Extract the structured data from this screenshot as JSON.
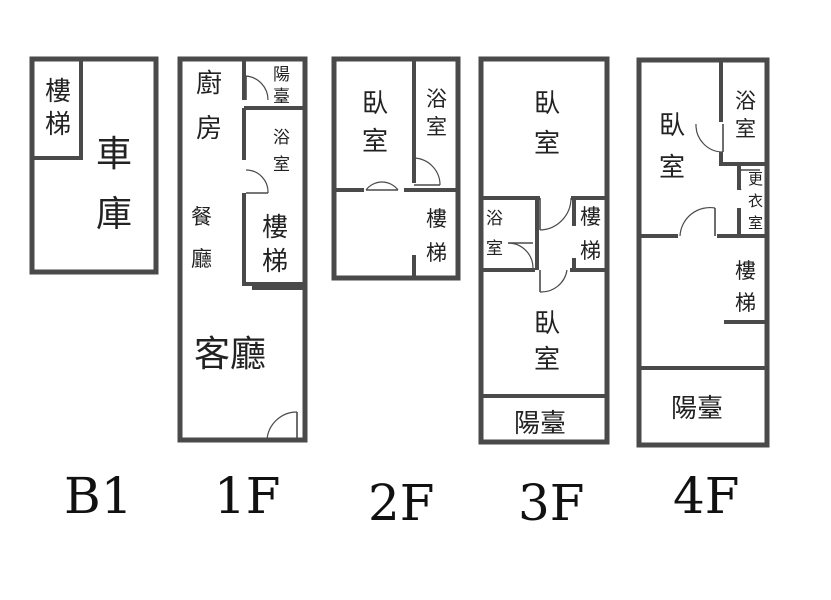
{
  "floors": [
    {
      "label": "B1",
      "rooms": {
        "stairs_1": "樓",
        "stairs_2": "梯",
        "garage_1": "車",
        "garage_2": "庫"
      }
    },
    {
      "label": "1F",
      "rooms": {
        "kitchen_1": "廚",
        "kitchen_2": "房",
        "balcony_1": "陽",
        "balcony_2": "臺",
        "bath_1": "浴",
        "bath_2": "室",
        "dining_1": "餐",
        "dining_2": "廳",
        "stairs_1": "樓",
        "stairs_2": "梯",
        "living": "客廳"
      }
    },
    {
      "label": "2F",
      "rooms": {
        "bedroom_1": "臥",
        "bedroom_2": "室",
        "bath_1": "浴",
        "bath_2": "室",
        "stairs_1": "樓",
        "stairs_2": "梯"
      }
    },
    {
      "label": "3F",
      "rooms": {
        "bedroom_a_1": "臥",
        "bedroom_a_2": "室",
        "bath_1": "浴",
        "bath_2": "室",
        "stairs_1": "樓",
        "stairs_2": "梯",
        "bedroom_b_1": "臥",
        "bedroom_b_2": "室",
        "balcony": "陽臺"
      }
    },
    {
      "label": "4F",
      "rooms": {
        "bedroom_1": "臥",
        "bedroom_2": "室",
        "bath_1": "浴",
        "bath_2": "室",
        "closet_1": "更",
        "closet_2": "衣",
        "closet_3": "室",
        "stairs_1": "樓",
        "stairs_2": "梯",
        "balcony": "陽臺"
      }
    }
  ]
}
